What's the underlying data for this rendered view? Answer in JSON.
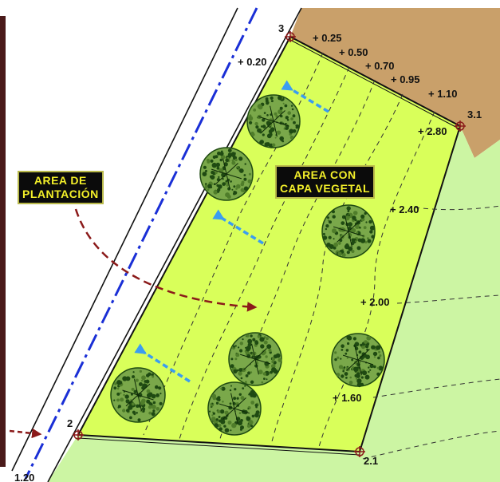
{
  "labels": {
    "plantation_area": [
      "AREA DE",
      "PLANTACIÓN"
    ],
    "vegetal_layer_area": [
      "AREA CON",
      "CAPA VEGETAL"
    ]
  },
  "points": {
    "p2": "2",
    "p21": "2.1",
    "p3": "3",
    "p31": "3.1"
  },
  "elevations": {
    "e020": "+ 0.20",
    "e025": "+ 0.25",
    "e050": "+ 0.50",
    "e070": "+ 0.70",
    "e095": "+ 0.95",
    "e110": "+ 1.10",
    "e280": "+ 2.80",
    "e240": "+ 2.40",
    "e200": "+ 2.00",
    "e160": "+ 1.60",
    "e120": "1.20"
  },
  "colors": {
    "planting_area": "#d9ff5a",
    "vegetal_layer": "#ccf5a3",
    "earth": "#c9a06a",
    "axis_line": "#1a2fd6",
    "flow_arrow": "#3b9df0",
    "callout_arrow": "#8b1a1a",
    "tree_dark": "#1f4a12",
    "tree_light": "#7aa84a"
  },
  "icons": {
    "survey_point": "survey-point-icon",
    "tree": "tree-icon",
    "flow_arrow": "water-flow-arrow-icon"
  }
}
